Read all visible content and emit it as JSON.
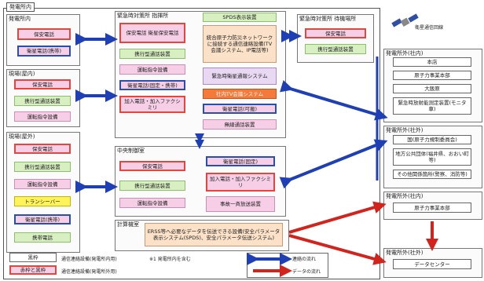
{
  "outer": {
    "title": "発電所内"
  },
  "emergency_center": {
    "title": "緊急時対策所 指揮所"
  },
  "emergency_standby": {
    "title": "緊急時対策所 待機場所"
  },
  "central_control": {
    "title": "中央制御室"
  },
  "calc_room": {
    "title": "計算機室"
  },
  "gen_room": {
    "title": "発電所内",
    "items": [
      "保安電話",
      "衛星電話(携帯)"
    ]
  },
  "field_inside": {
    "title": "現場(屋内)",
    "items": [
      "保安電話",
      "携行型通話装置",
      "運転指令設備"
    ]
  },
  "field_outside": {
    "title": "現場(屋外)",
    "items": [
      "保安電話",
      "携行型通話装置",
      "運転指令設備",
      "トランシーバー",
      "衛星電話(携帯)",
      "携帯電話"
    ]
  },
  "center_boxes": [
    "保安電話 衛星保安電話",
    "携行型通話装置",
    "運転指令設備",
    "衛星電話(固定・携帯)",
    "加入電話・加入ファクシミリ"
  ],
  "spds": {
    "title": "SPDS表示装置",
    "text": "統合原子力防災ネットワークに接続する通信連絡設備(TV会議システム、IP電話等)"
  },
  "center_right": [
    "緊急時衛星通報システム",
    "社内TV会議システム",
    "衛星電話(可搬)",
    "無線通話装置"
  ],
  "standby_items": [
    "保安電話",
    "携行型通話装置"
  ],
  "cc_left": [
    "保安電話",
    "携行型通話装置",
    "運転指令設備"
  ],
  "cc_right": [
    "衛星電話(固定)",
    "加入電話・加入ファクシミリ",
    "事故一斉放送装置"
  ],
  "calc_text": "ERSS等へ必要なデータを伝送できる設備(安全パラメータ表示システム(SPDS)、安全パラメータ伝送システム)",
  "right_groups": [
    {
      "title": "発電所外(社内)",
      "items": [
        "本店",
        "原子力事業本部",
        "大飯原",
        "緊急時放射能測定装置(モニタ車)"
      ]
    },
    {
      "title": "発電所外(社外)",
      "items": [
        "国(原子力規制委員会)",
        "地方公共団体(福井県、おおい町等)",
        "その他関係箇所(警察、消防等)"
      ]
    },
    {
      "title": "発電所外(社内)",
      "items": [
        "原子力事業本部"
      ]
    },
    {
      "title": "発電所外(社外)",
      "items": [
        "データセンター"
      ]
    }
  ],
  "satellite": {
    "label": "衛星通信回線"
  },
  "legend": {
    "rows": [
      {
        "box": "黒枠",
        "text": "通信連絡設備(発電所内用)"
      },
      {
        "box": "赤枠と黒枠",
        "text": "通信連絡設備(発電所外用)"
      }
    ],
    "footnote": "※1 発電所内を含む",
    "arrow_blue": "連絡の流れ",
    "arrow_red": "データの流れ"
  },
  "colors": {
    "blue_arrow": "#1f3fb5",
    "red_arrow": "#d2231c"
  }
}
